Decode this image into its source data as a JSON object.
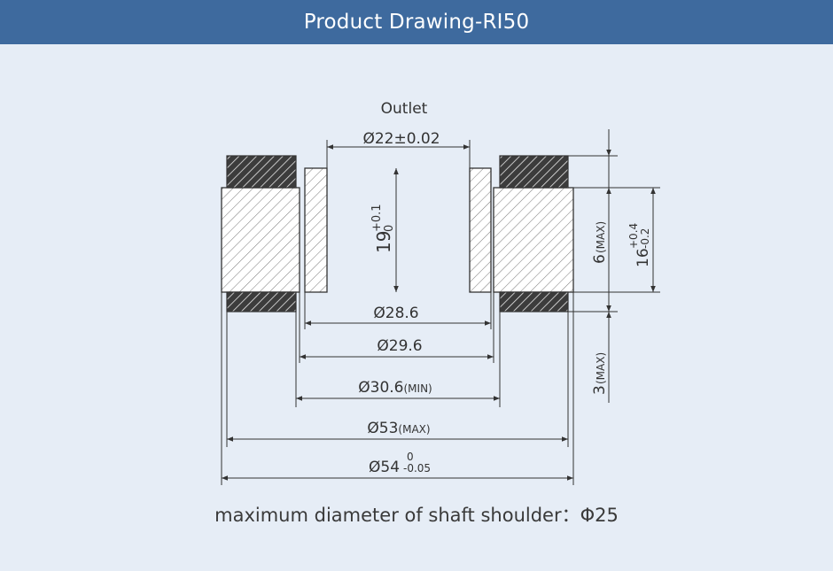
{
  "header": {
    "title": "Product Drawing-RI50"
  },
  "drawing": {
    "outlet_label": "Outlet",
    "dimensions": {
      "d22": {
        "main": "Ø22±0.02"
      },
      "h19": {
        "main": "19",
        "upper": "+0.1",
        "lower": "0"
      },
      "h6": {
        "main": "6",
        "sub": "(MAX)"
      },
      "h16": {
        "main": "16",
        "upper": "+0.4",
        "lower": "-0.2"
      },
      "h3": {
        "main": "3",
        "sub": "(MAX)"
      },
      "d28_6": {
        "main": "Ø28.6"
      },
      "d29_6": {
        "main": "Ø29.6"
      },
      "d30_6": {
        "main": "Ø30.6",
        "sub": "(MIN)"
      },
      "d53": {
        "main": "Ø53",
        "sub": "(MAX)"
      },
      "d54": {
        "main": "Ø54",
        "upper": "0",
        "lower": "-0.05"
      }
    }
  },
  "footer": {
    "text": "maximum diameter of shaft shoulder：Φ25"
  },
  "colors": {
    "header_bg": "#3e6a9e",
    "page_bg": "#e6edf6",
    "line": "#333333"
  }
}
